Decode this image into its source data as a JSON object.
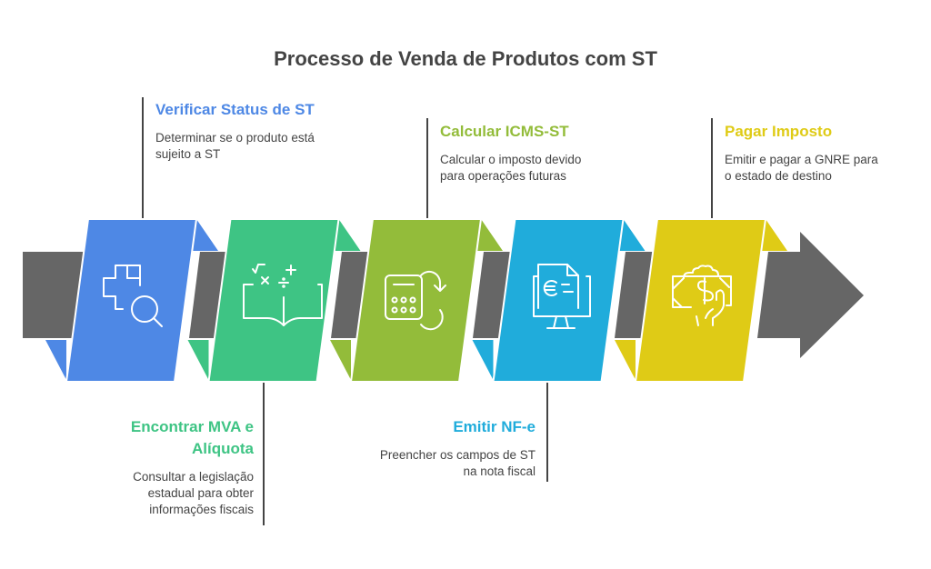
{
  "title": "Processo de Venda de Produtos com ST",
  "steps": [
    {
      "title": "Verificar Status de ST",
      "description": "Determinar se o produto está sujeito a ST",
      "icon": "medical-search-icon",
      "color": "#4E88E5"
    },
    {
      "title": "Encontrar MVA e Alíquota",
      "description": "Consultar a legislação estadual para obter informações fiscais",
      "icon": "math-book-icon",
      "color": "#3EC484"
    },
    {
      "title": "Calcular ICMS-ST",
      "description": "Calcular o imposto devido para operações futuras",
      "icon": "calculator-cycle-icon",
      "color": "#93BC3A"
    },
    {
      "title": "Emitir NF-e",
      "description": "Preencher os campos de ST na nota fiscal",
      "icon": "invoice-monitor-icon",
      "color": "#20ACDB"
    },
    {
      "title": "Pagar Imposto",
      "description": "Emitir e pagar a GNRE para o estado de destino",
      "icon": "hand-money-icon",
      "color": "#DFCB16"
    }
  ],
  "arrow_color": "#666666"
}
